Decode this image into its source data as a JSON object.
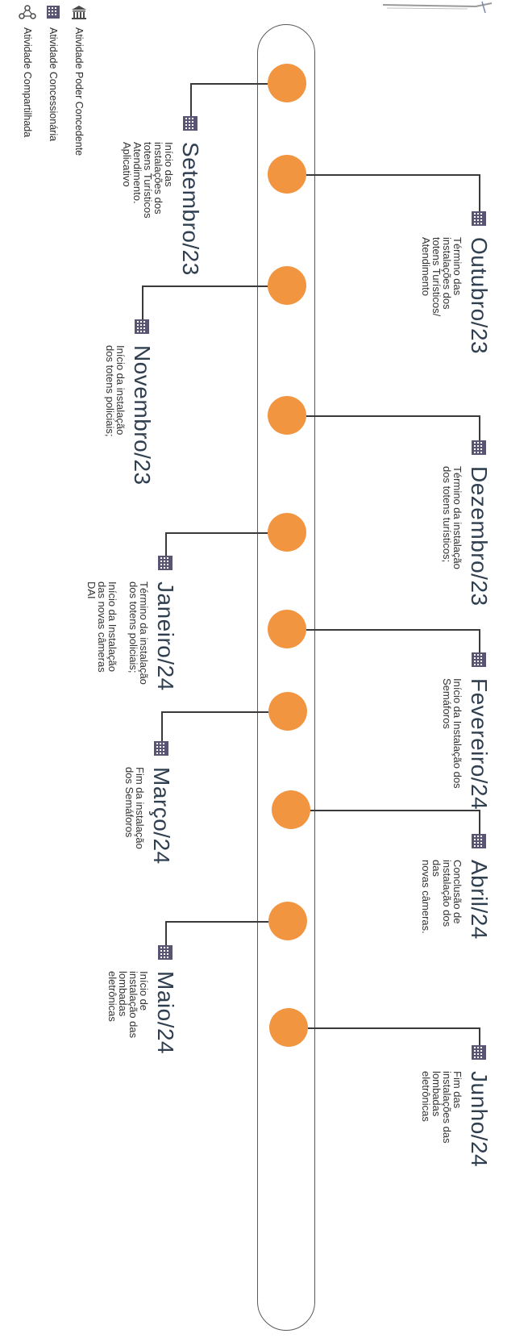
{
  "legend": [
    {
      "label": "Atividade Poder Concedente",
      "icon": "government-building-icon"
    },
    {
      "label": "Atividade Concessionária",
      "icon": "building-icon"
    },
    {
      "label": "Atividade Compartilhada",
      "icon": "people-network-icon"
    }
  ],
  "colors": {
    "dot": "#f29540",
    "month": "#2f3f4f",
    "line": "#5a5a5a",
    "icon": "#5a5473"
  },
  "events": [
    {
      "month": "Setembro/23",
      "side": "left",
      "description": "Início das\ninstalações dos\ntotens Turísticos\nAtendimento.\nAplicativo",
      "icon": "building-icon"
    },
    {
      "month": "Outubro/23",
      "side": "right",
      "description": "Término das\ninstalações dos\ntotens Turísticos/\nAtendimento",
      "icon": "building-icon"
    },
    {
      "month": "Novembro/23",
      "side": "left",
      "description": "Início da instalação\ndos totens policiais;",
      "icon": "building-icon"
    },
    {
      "month": "Dezembro/23",
      "side": "right",
      "description": "Término da instalação\ndos totens turísticos;",
      "icon": "building-icon"
    },
    {
      "month": "Janeiro/24",
      "side": "left",
      "description": "Término da instalação\ndos totens policiais;\n\nInício da Instalação\ndas novas câmeras\nDAI",
      "icon": "building-icon"
    },
    {
      "month": "Fevereiro/24",
      "side": "right",
      "description": "Início da Instalação dos\nSemáforos",
      "icon": "building-icon"
    },
    {
      "month": "Março/24",
      "side": "left",
      "description": "Fim da instalação\ndos Semáforos",
      "icon": "building-icon"
    },
    {
      "month": "Abril/24",
      "side": "right",
      "description": "Conclusão de\ninstalação dos das\nnovas câmeras.",
      "icon": "building-icon"
    },
    {
      "month": "Maio/24",
      "side": "left",
      "description": "Início de\ninstalação das\nlombadas\neletrônicas",
      "icon": "building-icon"
    },
    {
      "month": "Junho/24",
      "side": "right",
      "description": "Fim das\ninstalações das\nlombadas\neletrônicas",
      "icon": "building-icon"
    }
  ]
}
